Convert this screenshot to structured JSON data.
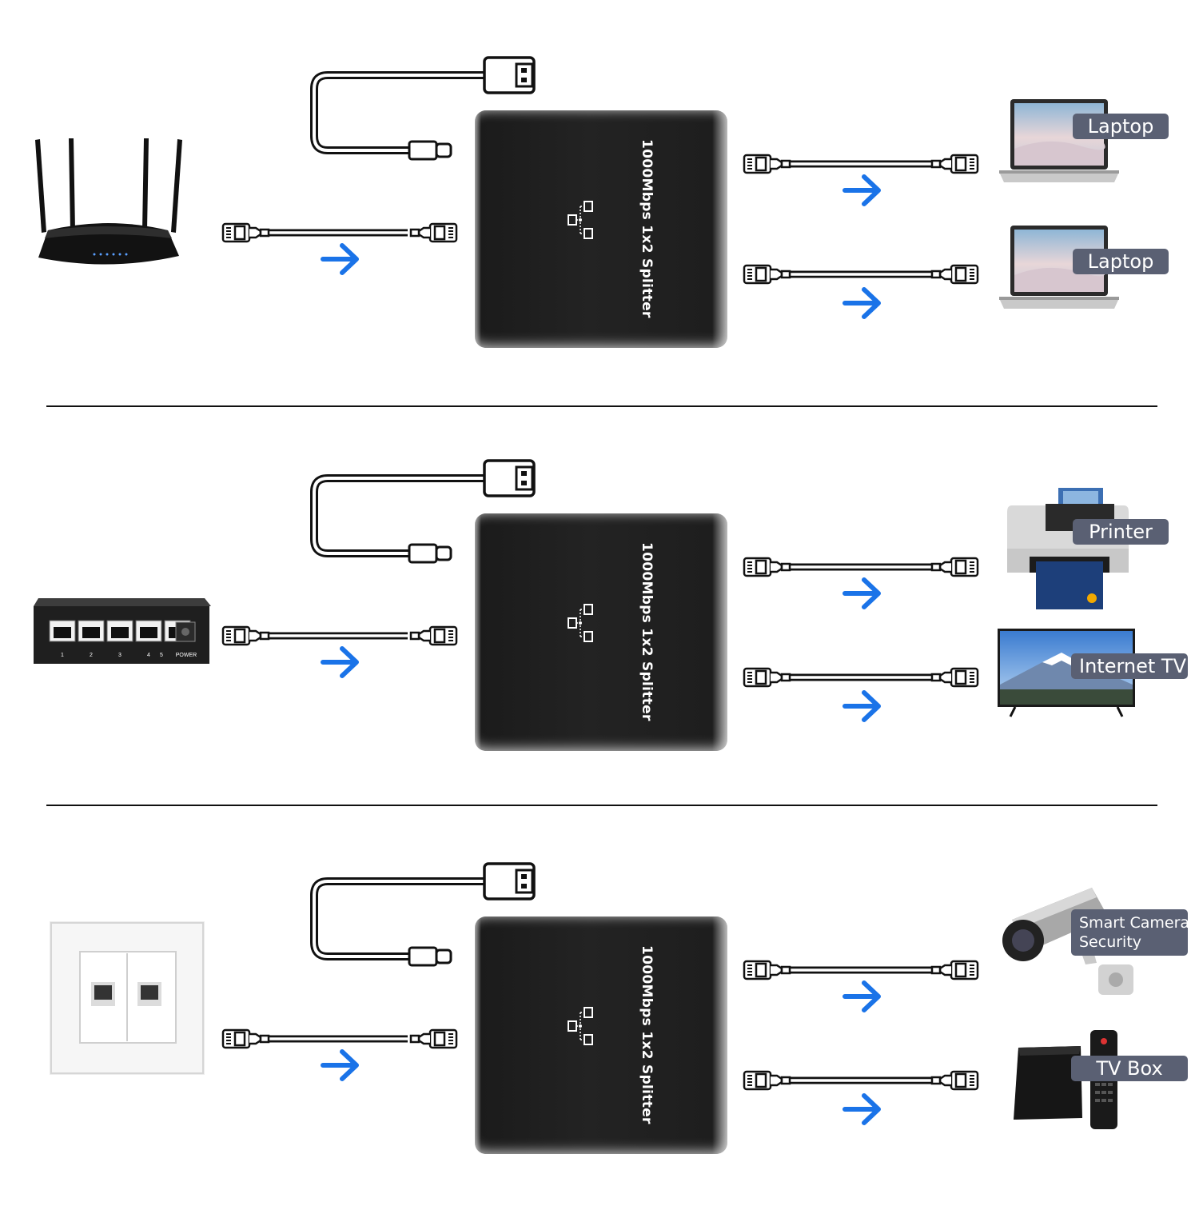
{
  "splitter_label": "1000Mbps 1x2 Splitter",
  "arrow_color": "#1a73e8",
  "tag_color": "#5a6073",
  "panels": [
    {
      "source": "router-icon",
      "outputs": [
        {
          "icon": "laptop-icon",
          "label": "Laptop"
        },
        {
          "icon": "laptop-icon",
          "label": "Laptop"
        }
      ]
    },
    {
      "source": "network-switch-icon",
      "switch_port_labels": [
        "1",
        "2",
        "3",
        "4",
        "5"
      ],
      "switch_power_label": "POWER",
      "outputs": [
        {
          "icon": "printer-icon",
          "label": "Printer"
        },
        {
          "icon": "tv-icon",
          "label": "Internet TV"
        }
      ]
    },
    {
      "source": "wall-ethernet-socket-icon",
      "outputs": [
        {
          "icon": "security-camera-icon",
          "label_lines": [
            "Smart Camera",
            "Security"
          ]
        },
        {
          "icon": "tv-box-icon",
          "label": "TV Box"
        }
      ]
    }
  ]
}
